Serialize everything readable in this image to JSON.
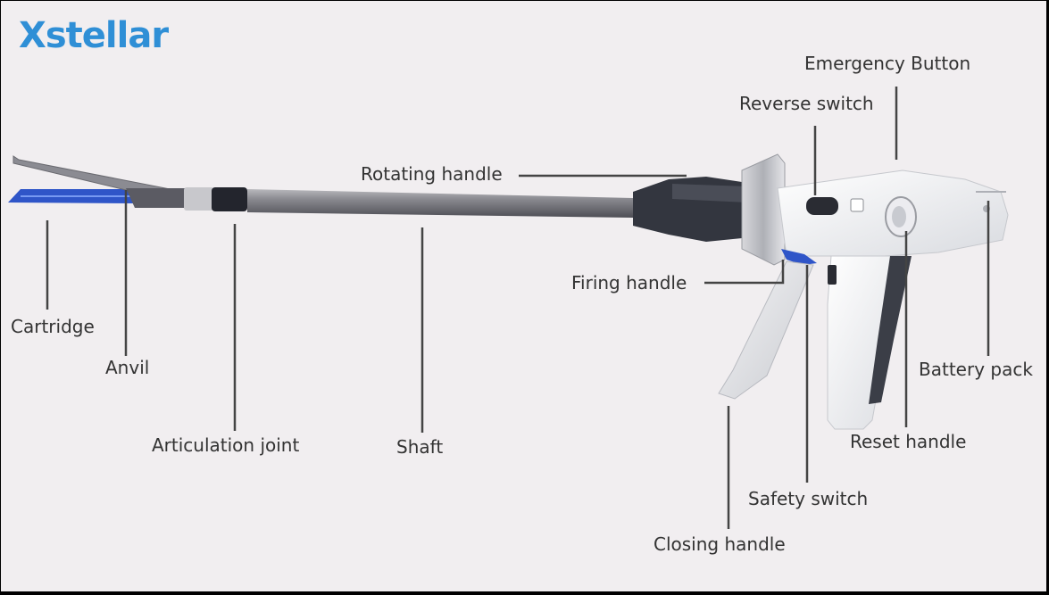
{
  "brand": {
    "logo_text": "Xstellar",
    "color": "#2f8fd6"
  },
  "labels": {
    "emergency_button": "Emergency Button",
    "reverse_switch": "Reverse switch",
    "rotating_handle": "Rotating handle",
    "firing_handle": "Firing handle",
    "cartridge": "Cartridge",
    "anvil": "Anvil",
    "articulation_joint": "Articulation joint",
    "shaft": "Shaft",
    "battery_pack": "Battery pack",
    "reset_handle": "Reset handle",
    "safety_switch": "Safety switch",
    "closing_handle": "Closing handle"
  }
}
